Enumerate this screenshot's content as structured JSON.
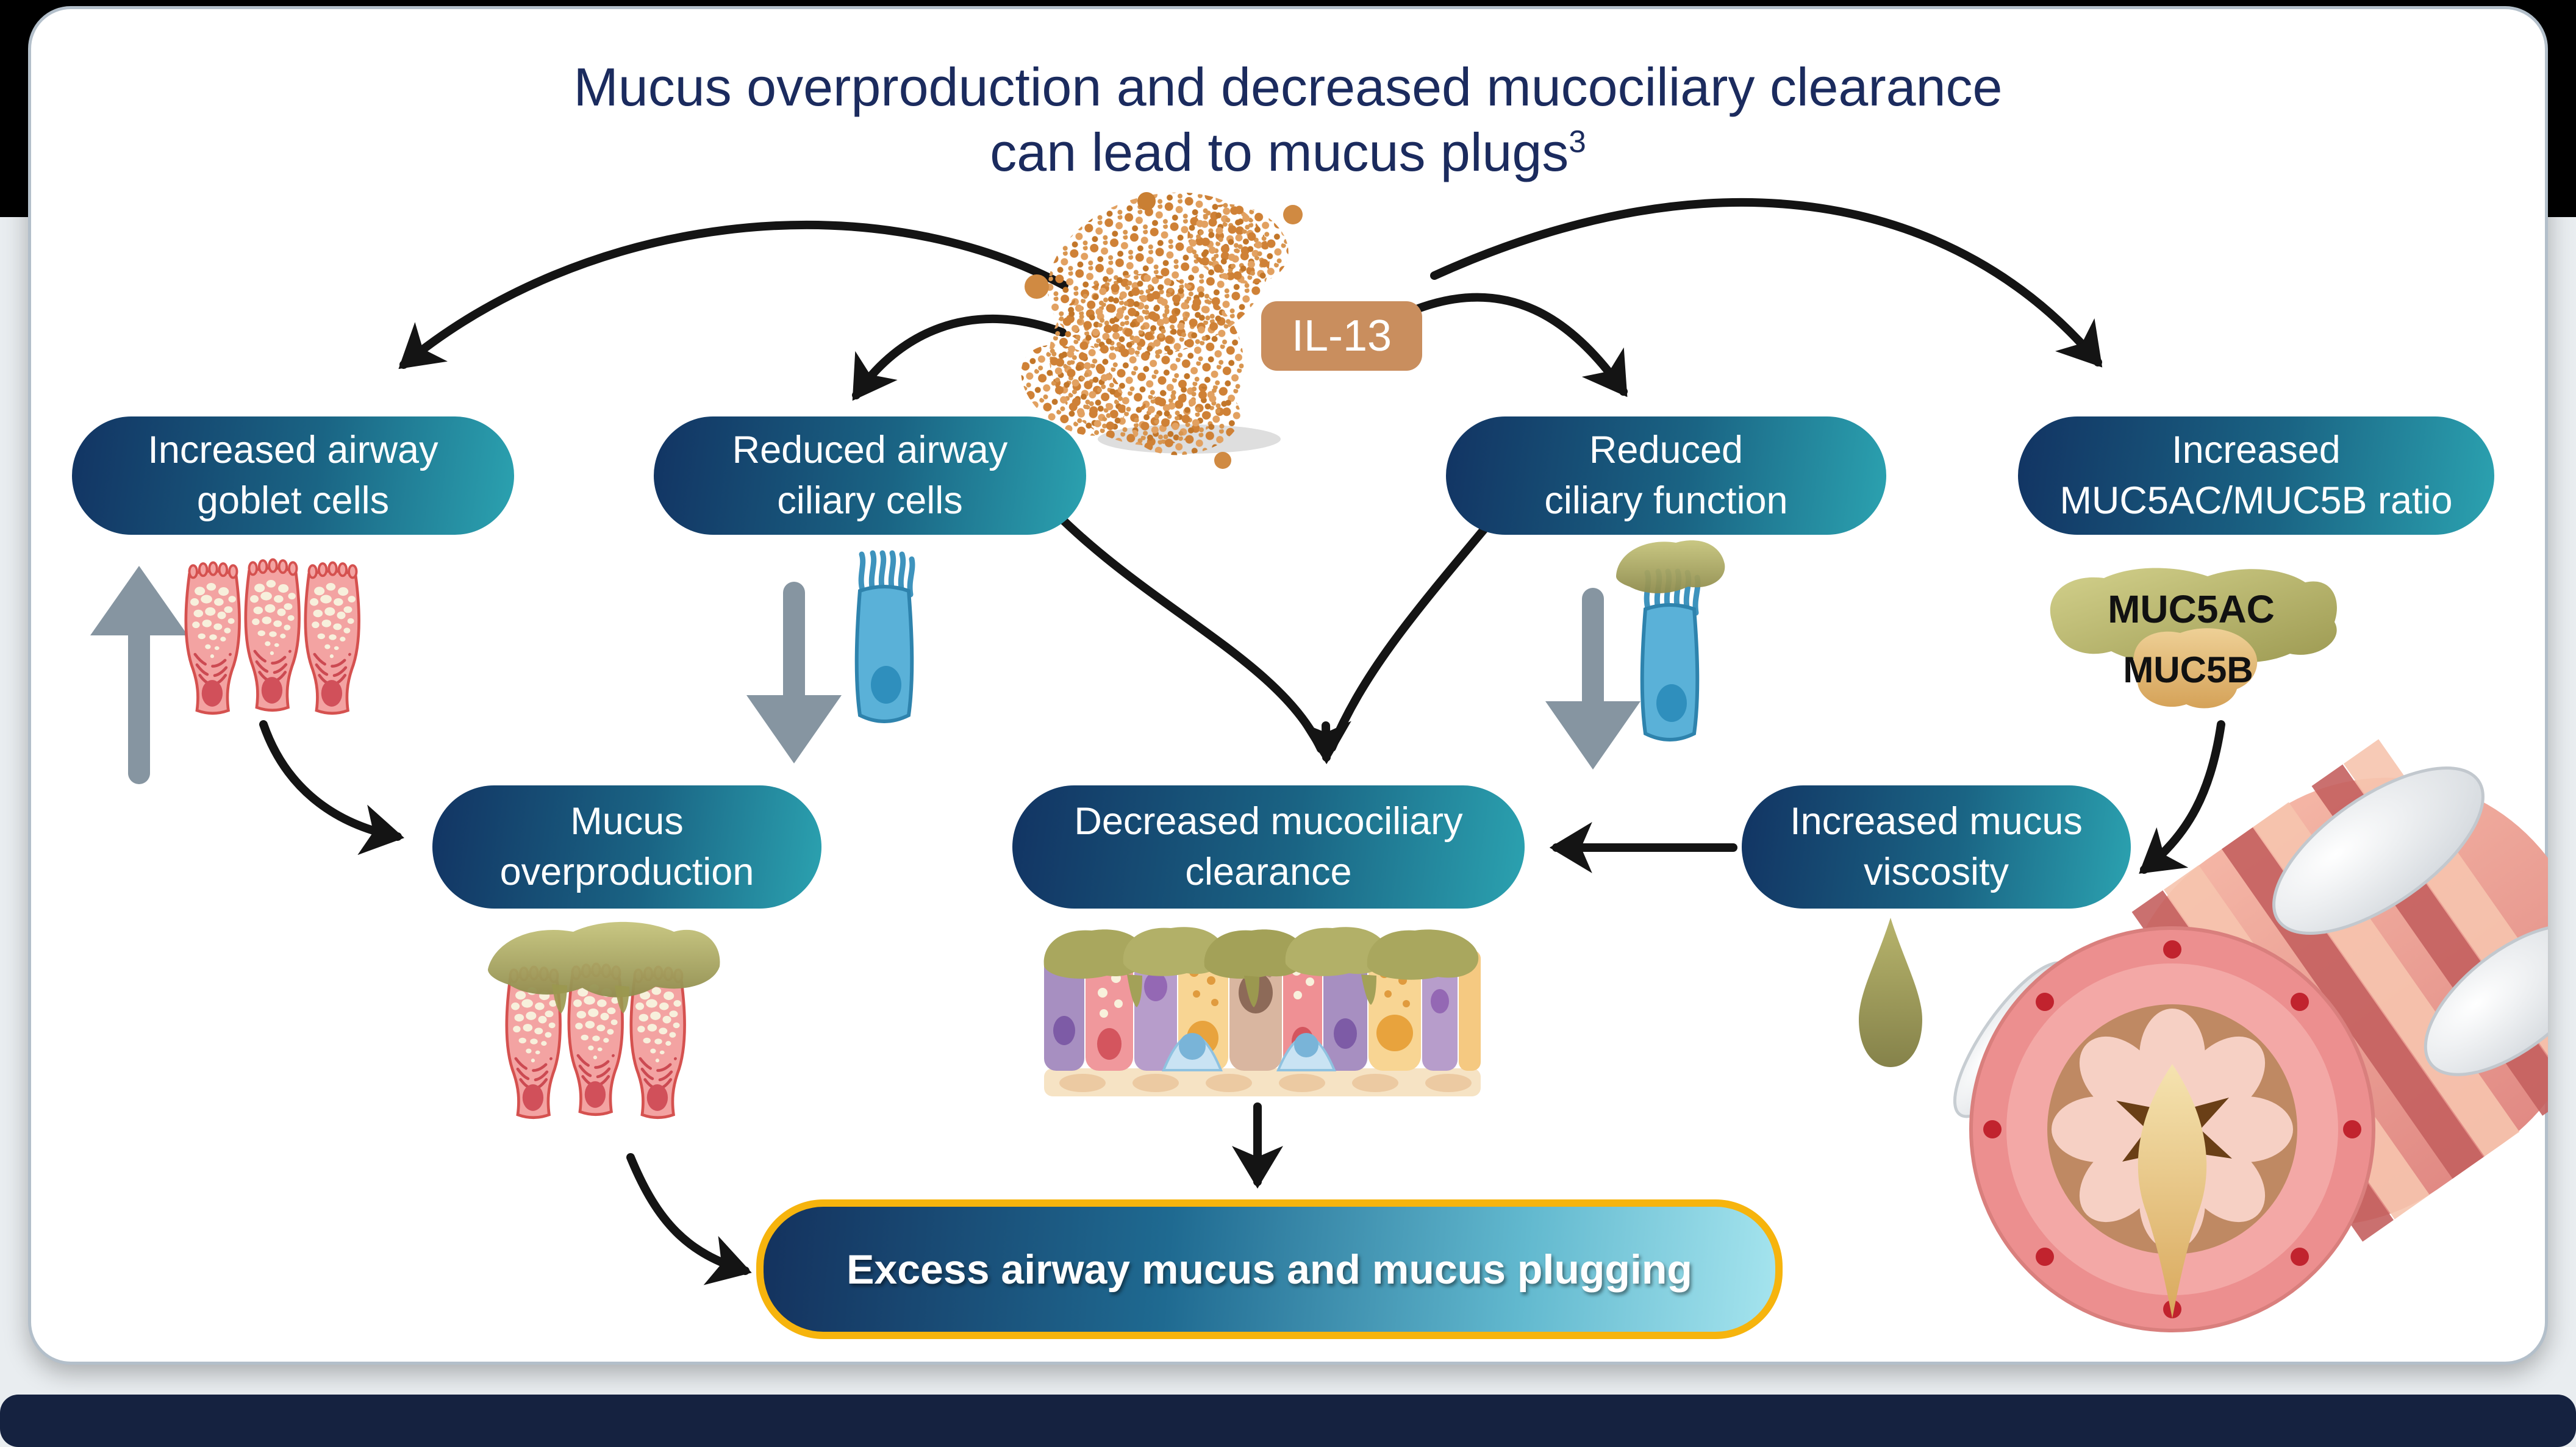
{
  "title": {
    "line1": "Mucus overproduction and decreased mucociliary clearance",
    "line2": "can lead to mucus plugs",
    "superscript": "3"
  },
  "il13": {
    "label": "IL-13"
  },
  "nodes": {
    "goblet_cells": {
      "line1": "Increased airway",
      "line2": "goblet cells"
    },
    "ciliary_cells": {
      "line1": "Reduced airway",
      "line2": "ciliary cells"
    },
    "ciliary_function": {
      "line1": "Reduced",
      "line2": "ciliary function"
    },
    "muc_ratio": {
      "line1": "Increased",
      "line2": "MUC5AC/MUC5B ratio"
    },
    "mucus_overproduction": {
      "line1": "Mucus",
      "line2": "overproduction"
    },
    "mucociliary_clearance": {
      "line1": "Decreased mucociliary",
      "line2": "clearance"
    },
    "mucus_viscosity": {
      "line1": "Increased mucus",
      "line2": "viscosity"
    }
  },
  "molecule_labels": {
    "muc5ac": "MUC5AC",
    "muc5b": "MUC5B"
  },
  "outcome": {
    "label": "Excess airway mucus and mucus plugging"
  },
  "colors": {
    "title_text": "#1b2b5e",
    "node_gradient_start": "#123463",
    "node_gradient_end": "#2ba2b0",
    "outcome_gradient_end": "#a5e4ee",
    "outcome_border": "#f6b40d",
    "il13_chip": "#c98e5e",
    "arrow_black": "#141414",
    "arrow_gray": "#8695a1",
    "mucus_olive": "#a9a75e",
    "goblet_cell_pink": "#f3a3a2",
    "ciliated_cell_blue": "#5ab1d8",
    "footer_bar": "#152240"
  },
  "icons": [
    "il13-protein-cluster",
    "up-arrow-icon",
    "down-arrow-icon",
    "goblet-cell-icon",
    "ciliated-cell-icon",
    "mucus-blob-icon",
    "mucus-droplet-icon",
    "muc5ac-blob",
    "muc5b-blob",
    "airway-epithelium-illustration",
    "airway-cross-section-illustration"
  ]
}
